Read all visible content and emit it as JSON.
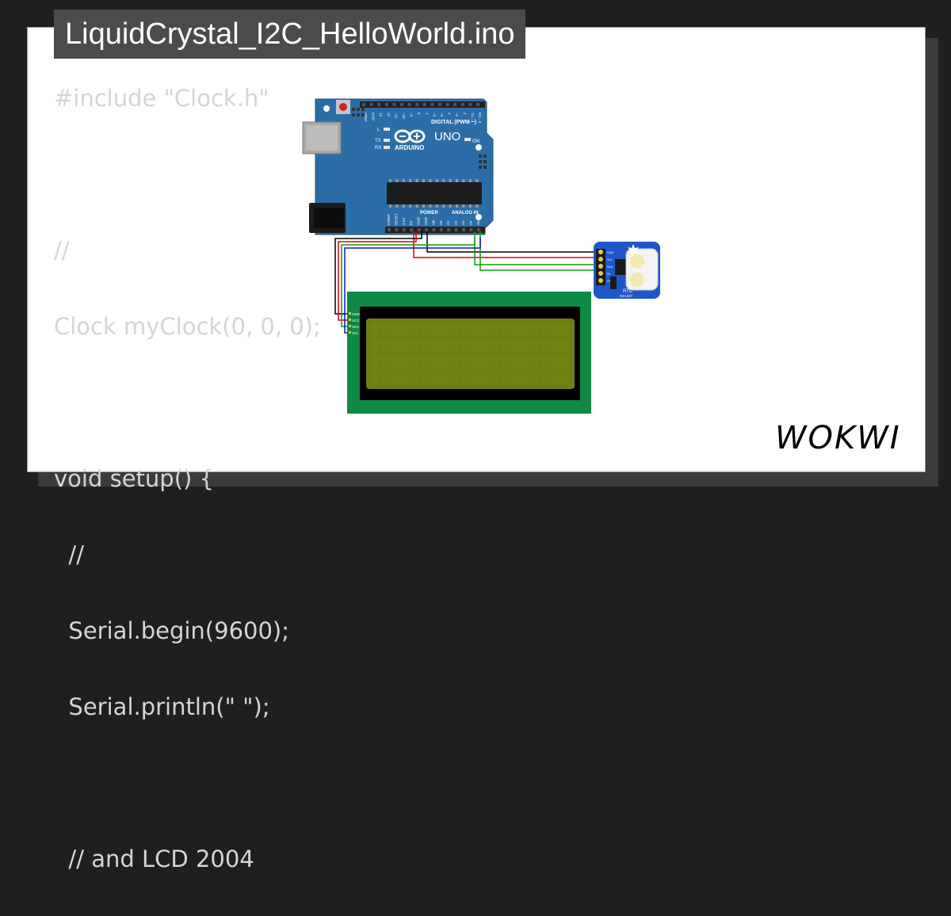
{
  "title": "LiquidCrystal_I2C_HelloWorld.ino",
  "code_lines": [
    "#include \"Clock.h\"",
    "",
    "//",
    "Clock myClock(0, 0, 0);",
    "",
    "void setup() {",
    "  //",
    "  Serial.begin(9600);",
    "  Serial.println(\" \");",
    "",
    "  // and LCD 2004"
  ],
  "arduino": {
    "brand": "ARDUINO",
    "model": "UNO",
    "digital_label": "DIGITAL (PWM ~)",
    "analog_label": "ANALOG IN",
    "power_label": "POWER",
    "on_label": "ON",
    "led_labels": [
      "L",
      "TX",
      "RX"
    ],
    "top_pins": [
      "AREF",
      "GND",
      "13",
      "12",
      "~11",
      "~10",
      "~9",
      "8",
      "7",
      "~6",
      "~5",
      "4",
      "~3",
      "2",
      "TX→1",
      "RX←0"
    ],
    "bottom_pins": [
      "IOREF",
      "RESET",
      "3.3V",
      "5V",
      "GND",
      "GND",
      "Vin",
      "A0",
      "A1",
      "A2",
      "A3",
      "A4",
      "A5"
    ]
  },
  "rtc": {
    "label": "RTC",
    "chip": "DS1307",
    "pins": [
      "SQW",
      "SCL",
      "SDA",
      "5V",
      "GND"
    ]
  },
  "lcd": {
    "pins": [
      "GND",
      "VCC",
      "SDA",
      "SCL"
    ]
  },
  "brand_logo": "WOKWI",
  "colors": {
    "arduino_board": "#2b6ea7",
    "lcd_pcb": "#108944",
    "lcd_screen": "#6e7f12",
    "rtc_board": "#1f57c9",
    "wire_gnd": "#000000",
    "wire_vcc": "#e00000",
    "wire_sda": "#119911",
    "wire_scl": "#1515c9"
  }
}
